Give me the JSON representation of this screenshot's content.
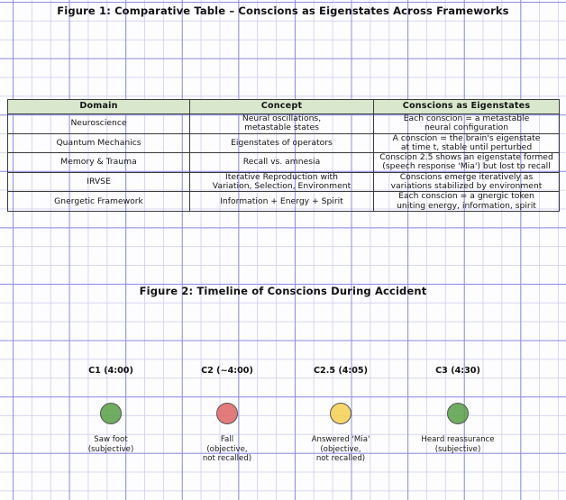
{
  "figure1": {
    "title": "Figure 1: Comparative Table – Conscions as Eigenstates Across Frameworks",
    "table": {
      "headers": [
        "Domain",
        "Concept",
        "Conscions as Eigenstates"
      ],
      "rows": [
        {
          "domain": [
            "Neuroscience"
          ],
          "concept": [
            "Neural oscillations,",
            "metastable states"
          ],
          "eigenstates": [
            "Each conscion = a metastable",
            "neural configuration"
          ]
        },
        {
          "domain": [
            "Quantum Mechanics"
          ],
          "concept": [
            "Eigenstates of operators"
          ],
          "eigenstates": [
            "A conscion = the brain's eigenstate",
            "at time t, stable until perturbed"
          ]
        },
        {
          "domain": [
            "Memory & Trauma"
          ],
          "concept": [
            "Recall vs. amnesia"
          ],
          "eigenstates": [
            "Conscion 2.5 shows an eigenstate formed",
            "(speech response 'Mia') but lost to recall"
          ]
        },
        {
          "domain": [
            "IRVSE"
          ],
          "concept": [
            "Iterative Reproduction with",
            "Variation, Selection, Environment"
          ],
          "eigenstates": [
            "Conscions emerge iteratively as",
            "variations stabilized by environment"
          ]
        },
        {
          "domain": [
            "Gnergetic Framework"
          ],
          "concept": [
            "Information + Energy + Spirit"
          ],
          "eigenstates": [
            "Each conscion = a gnergic token",
            "uniting energy, information, spirit"
          ]
        }
      ],
      "header_fill": "#d9e7cd",
      "border_color": "#3b3b3b"
    }
  },
  "figure2": {
    "title": "Figure 2: Timeline of Conscions During Accident",
    "events": [
      {
        "label": "C1 (4:00)",
        "color": "#5aa146",
        "caption": [
          "Saw foot",
          "(subjective)"
        ]
      },
      {
        "label": "C2 (~4:00)",
        "color": "#e06666",
        "caption": [
          "Fall",
          "(objective,",
          "not recalled)"
        ]
      },
      {
        "label": "C2.5 (4:05)",
        "color": "#f5d152",
        "caption": [
          "Answered 'Mia'",
          "(objective,",
          "not recalled)"
        ]
      },
      {
        "label": "C3 (4:30)",
        "color": "#5aa146",
        "caption": [
          "Heard reassurance",
          "(subjective)"
        ]
      }
    ]
  },
  "canvas": {
    "background": "#fdfdff",
    "grid_minor_color": "#d6d6f2",
    "grid_major_color": "#8f8fe0"
  }
}
